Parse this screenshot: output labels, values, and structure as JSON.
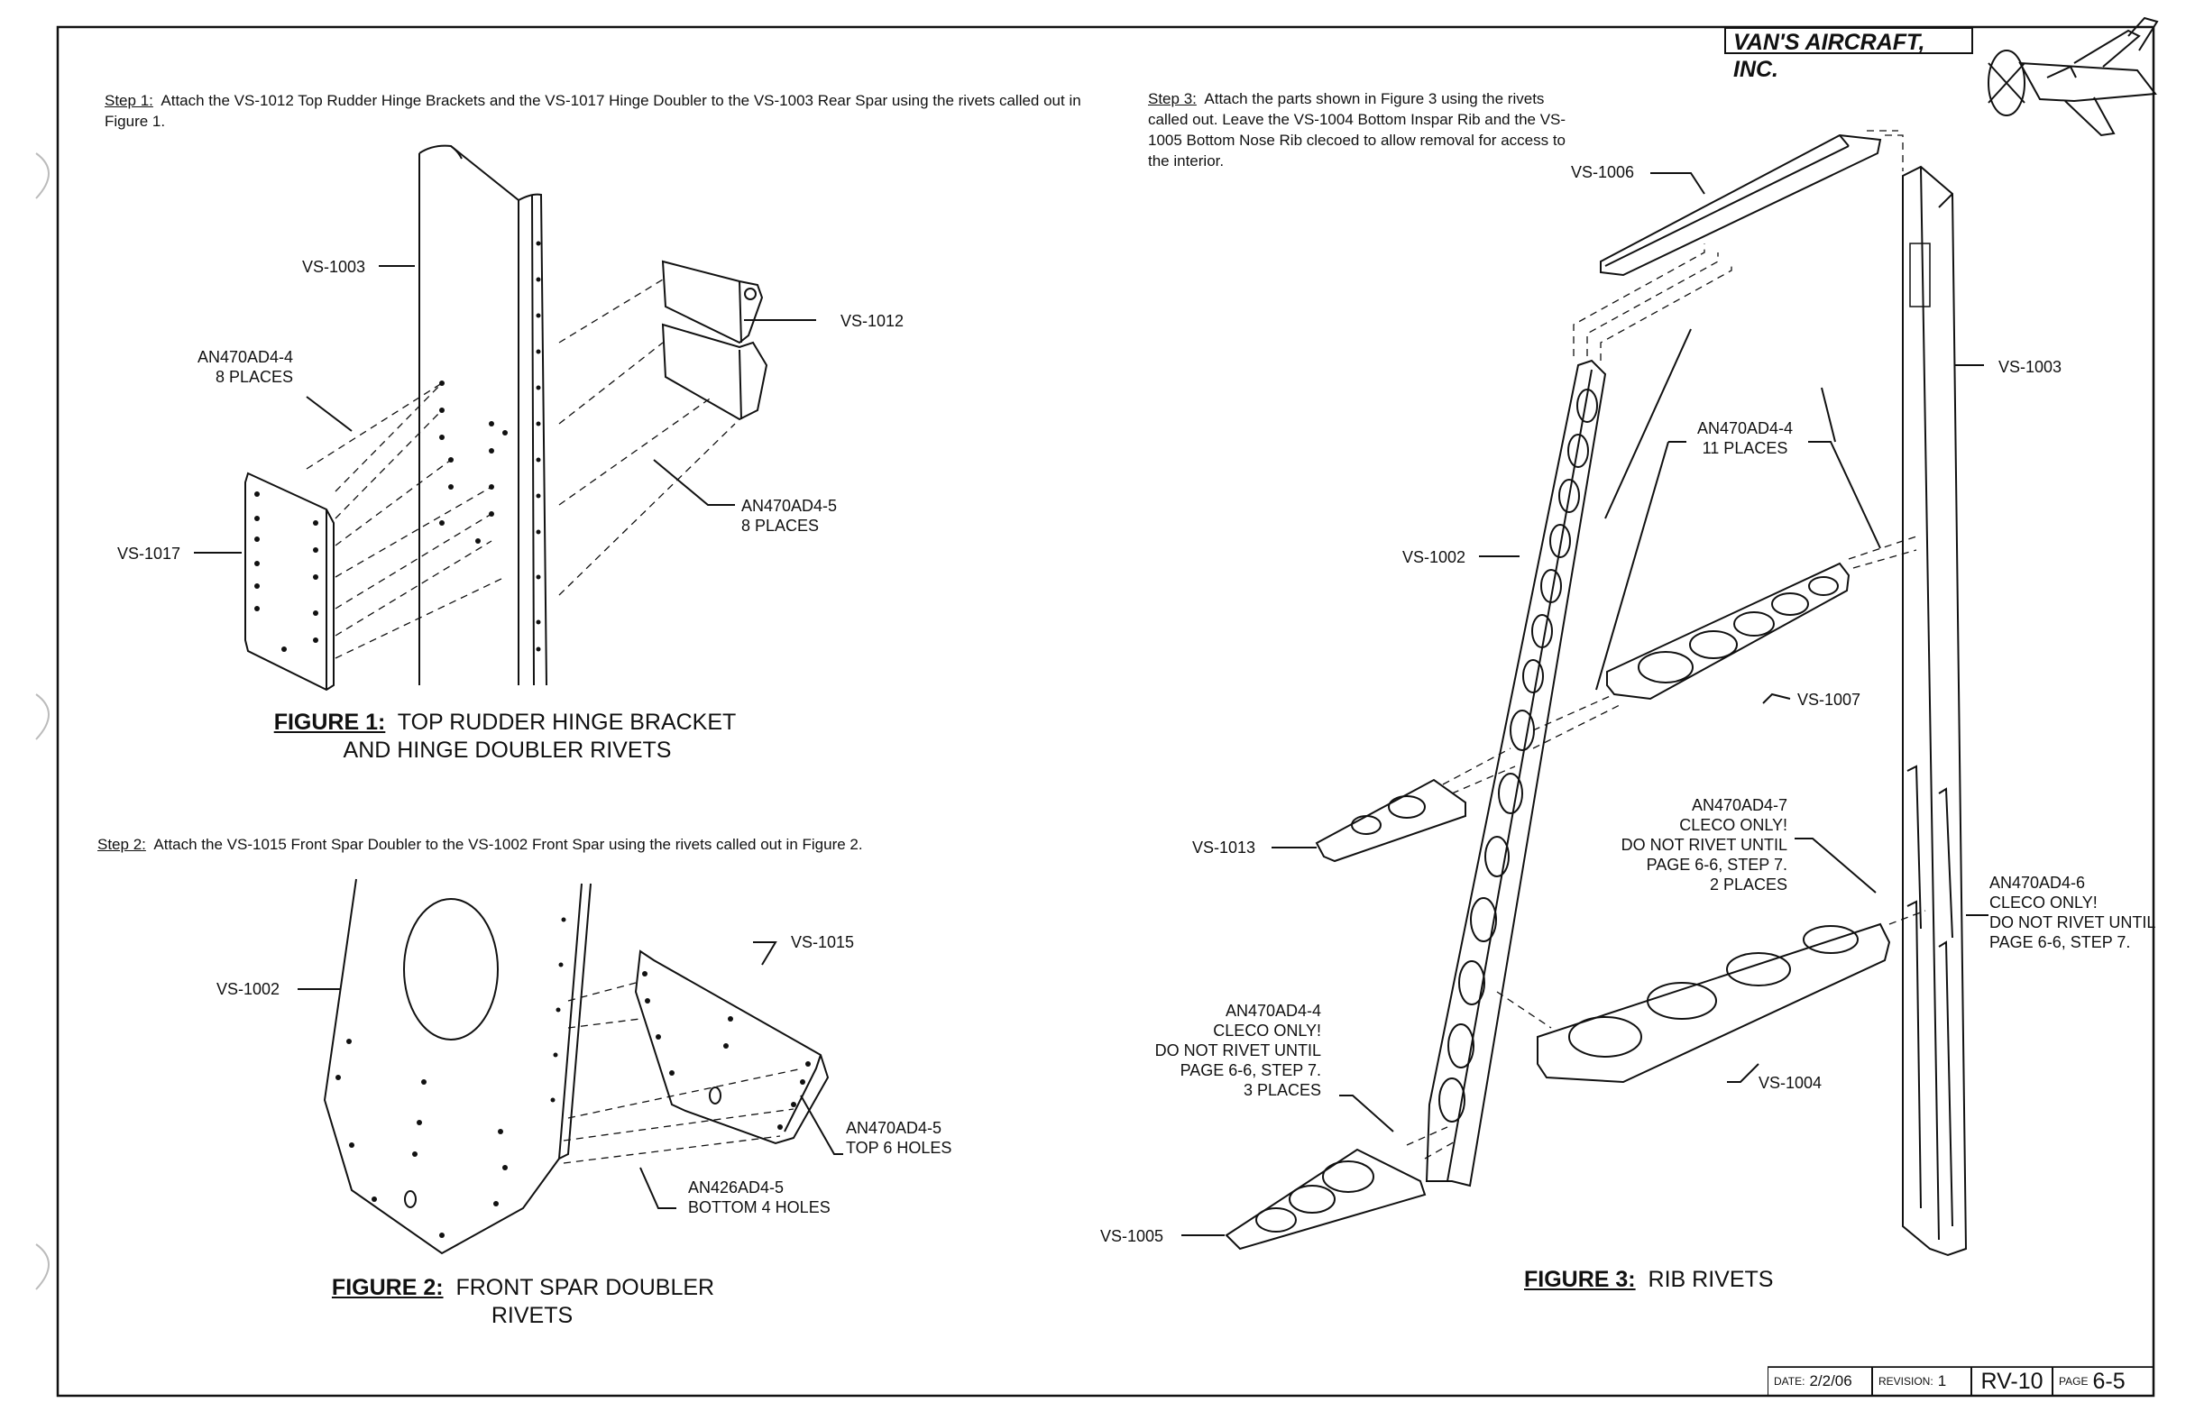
{
  "header": {
    "company": "VAN'S AIRCRAFT, INC."
  },
  "steps": {
    "step1": {
      "label": "Step 1:",
      "text": "Attach the VS-1012 Top Rudder Hinge Brackets and the VS-1017 Hinge Doubler to the VS-1003 Rear Spar using the rivets called out in Figure 1."
    },
    "step2": {
      "label": "Step 2:",
      "text": "Attach the VS-1015 Front Spar Doubler to the VS-1002 Front Spar using the rivets called out in Figure 2."
    },
    "step3": {
      "label": "Step 3:",
      "text": "Attach the parts shown in Figure 3 using the rivets called out. Leave the VS-1004 Bottom Inspar Rib and the VS-1005 Bottom Nose Rib clecoed to allow removal for access to the interior."
    }
  },
  "figure1": {
    "caption_label": "FIGURE 1:",
    "caption_line1": "TOP RUDDER HINGE BRACKET",
    "caption_line2": "AND HINGE DOUBLER RIVETS",
    "labels": {
      "vs1003": "VS-1003",
      "vs1012": "VS-1012",
      "vs1017": "VS-1017",
      "rivetA_1": "AN470AD4-4",
      "rivetA_2": "8 PLACES",
      "rivetB_1": "AN470AD4-5",
      "rivetB_2": "8 PLACES"
    }
  },
  "figure2": {
    "caption_label": "FIGURE 2:",
    "caption_line1": "FRONT SPAR DOUBLER",
    "caption_line2": "RIVETS",
    "labels": {
      "vs1002": "VS-1002",
      "vs1015": "VS-1015",
      "rivetA_1": "AN470AD4-5",
      "rivetA_2": "TOP 6 HOLES",
      "rivetB_1": "AN426AD4-5",
      "rivetB_2": "BOTTOM 4 HOLES"
    }
  },
  "figure3": {
    "caption_label": "FIGURE 3:",
    "caption_line1": "RIB RIVETS",
    "labels": {
      "vs1006": "VS-1006",
      "vs1003": "VS-1003",
      "vs1002": "VS-1002",
      "vs1007": "VS-1007",
      "vs1013": "VS-1013",
      "vs1004": "VS-1004",
      "vs1005": "VS-1005",
      "r11_1": "AN470AD4-4",
      "r11_2": "11 PLACES",
      "r7_1": "AN470AD4-7",
      "r7_2": "CLECO ONLY!",
      "r7_3": "DO NOT RIVET UNTIL",
      "r7_4": "PAGE 6-6, STEP 7.",
      "r7_5": "2 PLACES",
      "r6_1": "AN470AD4-6",
      "r6_2": "CLECO ONLY!",
      "r6_3": "DO NOT RIVET UNTIL",
      "r6_4": "PAGE 6-6, STEP 7.",
      "r4_1": "AN470AD4-4",
      "r4_2": "CLECO ONLY!",
      "r4_3": "DO NOT RIVET UNTIL",
      "r4_4": "PAGE 6-6, STEP 7.",
      "r4_5": "3 PLACES"
    }
  },
  "title_block": {
    "date_label": "DATE:",
    "date": "2/2/06",
    "revision_label": "REVISION:",
    "revision": "1",
    "model": "RV-10",
    "page_label": "PAGE",
    "page": "6-5"
  }
}
